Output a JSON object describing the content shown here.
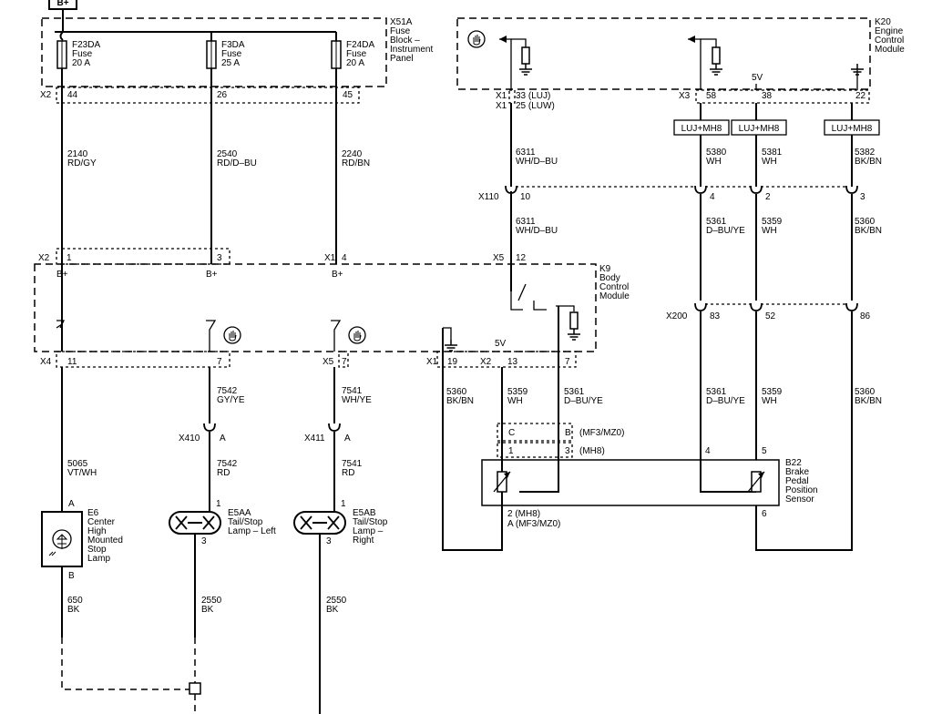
{
  "power": "B+",
  "modules": {
    "fuse_block": [
      "X51A",
      "Fuse",
      "Block –",
      "Instrument",
      "Panel"
    ],
    "ecm": [
      "K20",
      "Engine",
      "Control",
      "Module"
    ],
    "bcm": [
      "K9",
      "Body",
      "Control",
      "Module"
    ]
  },
  "fuses": [
    {
      "name": "F23DA",
      "type": "Fuse",
      "rating": "20 A"
    },
    {
      "name": "F3DA",
      "type": "Fuse",
      "rating": "25 A"
    },
    {
      "name": "F24DA",
      "type": "Fuse",
      "rating": "20 A"
    }
  ],
  "fuse_pins": {
    "connector": "X2",
    "pins": [
      "44",
      "26",
      "45"
    ]
  },
  "fuse_wires": [
    {
      "circuit": "2140",
      "color": "RD/GY"
    },
    {
      "circuit": "2540",
      "color": "RD/D–BU"
    },
    {
      "circuit": "2240",
      "color": "RD/BN"
    }
  ],
  "bcm_top_pins": [
    {
      "connector": "X2",
      "pin": "1",
      "label": "B+"
    },
    {
      "pin": "3",
      "label": "B+"
    },
    {
      "connector": "X1",
      "pin": "4",
      "label": "B+"
    }
  ],
  "ecm_pins": {
    "x1": {
      "connector_a": "X1",
      "pin_a": "33 (LUJ)",
      "connector_b": "X1",
      "pin_b": "25 (LUW)"
    },
    "x3": {
      "connector": "X3",
      "pins": [
        "58",
        "38",
        "22"
      ]
    },
    "ref": "5V"
  },
  "option_boxes": [
    "LUJ+MH8",
    "LUJ+MH8",
    "LUJ+MH8"
  ],
  "ecm_wires": [
    {
      "circuit": "6311",
      "color": "WH/D–BU"
    },
    {
      "circuit": "5380",
      "color": "WH"
    },
    {
      "circuit": "5381",
      "color": "WH"
    },
    {
      "circuit": "5382",
      "color": "BK/BN"
    }
  ],
  "x110": {
    "name": "X110",
    "pins": [
      "10",
      "4",
      "2",
      "3"
    ]
  },
  "mid_wires": [
    {
      "circuit": "6311",
      "color": "WH/D–BU"
    },
    {
      "circuit": "5361",
      "color": "D–BU/YE"
    },
    {
      "circuit": "5359",
      "color": "WH"
    },
    {
      "circuit": "5360",
      "color": "BK/BN"
    }
  ],
  "x5_12": {
    "connector": "X5",
    "pin": "12"
  },
  "x200": {
    "name": "X200",
    "pins": [
      "83",
      "52",
      "86"
    ]
  },
  "bcm_bottom": {
    "p11": {
      "connector": "X4",
      "pin": "11"
    },
    "p7a": {
      "pin": "7"
    },
    "p7b": {
      "connector": "X5",
      "pin": "7"
    },
    "p19": {
      "connector": "X1",
      "pin": "19"
    },
    "p13": {
      "connector": "X2",
      "pin": "13"
    },
    "p7c": {
      "pin": "7"
    },
    "ref": "5V"
  },
  "lamp_wires": [
    {
      "circuit": "7542",
      "color": "GY/YE"
    },
    {
      "circuit": "7541",
      "color": "WH/YE"
    }
  ],
  "lamp_connectors": [
    {
      "name": "X410",
      "pin": "A"
    },
    {
      "name": "X411",
      "pin": "A"
    }
  ],
  "lamp_wires_lower": [
    {
      "circuit": "7542",
      "color": "RD"
    },
    {
      "circuit": "7541",
      "color": "RD"
    }
  ],
  "chmsl_wire": {
    "circuit": "5065",
    "color": "VT/WH"
  },
  "sensor_wires": [
    {
      "circuit": "5360",
      "color": "BK/BN"
    },
    {
      "circuit": "5359",
      "color": "WH"
    },
    {
      "circuit": "5361",
      "color": "D–BU/YE"
    },
    {
      "circuit": "5361",
      "color": "D–BU/YE"
    },
    {
      "circuit": "5359",
      "color": "WH"
    },
    {
      "circuit": "5360",
      "color": "BK/BN"
    }
  ],
  "sensor_pins": {
    "alt_c": "C",
    "alt_b": "B",
    "alt_note": "(MF3/MZ0)",
    "p1": "1",
    "p3": "3",
    "p3_note": "(MH8)",
    "p4": "4",
    "p5": "5",
    "p6": "6",
    "p2a": "2 (MH8)",
    "p2b": "A (MF3/MZ0)"
  },
  "sensor": [
    "B22",
    "Brake",
    "Pedal",
    "Position",
    "Sensor"
  ],
  "lamps": {
    "e6": [
      "E6",
      "Center",
      "High",
      "Mounted",
      "Stop",
      "Lamp"
    ],
    "e6_pin_a": "A",
    "e6_pin_b": "B",
    "e5aa": [
      "E5AA",
      "Tail/Stop",
      "Lamp – Left"
    ],
    "e5aa_pin1": "1",
    "e5aa_pin3": "3",
    "e5ab": [
      "E5AB",
      "Tail/Stop",
      "Lamp –",
      "Right"
    ],
    "e5ab_pin1": "1",
    "e5ab_pin3": "3"
  },
  "ground_wires": [
    {
      "circuit": "650",
      "color": "BK"
    },
    {
      "circuit": "2550",
      "color": "BK"
    },
    {
      "circuit": "2550",
      "color": "BK"
    }
  ]
}
